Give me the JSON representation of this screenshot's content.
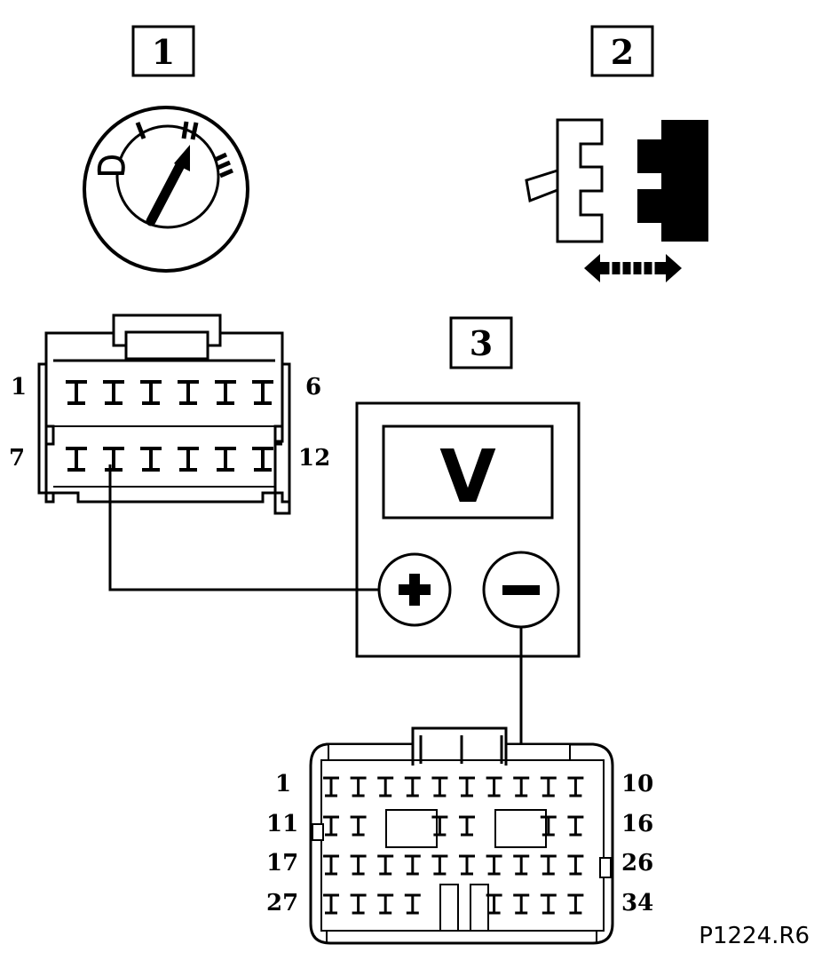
{
  "figure_ref": "P1224.R6",
  "callouts": [
    {
      "number": "1",
      "subject": "ignition-switch"
    },
    {
      "number": "2",
      "subject": "connector-disconnect"
    },
    {
      "number": "3",
      "subject": "voltmeter"
    }
  ],
  "voltmeter": {
    "display_symbol": "V",
    "positive_symbol": "+",
    "negative_symbol": "−"
  },
  "connector_12": {
    "pin_top_first": "1",
    "pin_top_last": "6",
    "pin_bottom_first": "7",
    "pin_bottom_last": "12"
  },
  "connector_34": {
    "row_labels_left": [
      "1",
      "11",
      "17",
      "27"
    ],
    "row_labels_right": [
      "10",
      "16",
      "26",
      "34"
    ]
  },
  "icons": {
    "ignition": "ignition-switch-icon",
    "disconnect": "connector-disconnect-icon",
    "double_arrow": "double-arrow-icon"
  },
  "colors": {
    "ink": "#000000",
    "paper": "#ffffff"
  }
}
